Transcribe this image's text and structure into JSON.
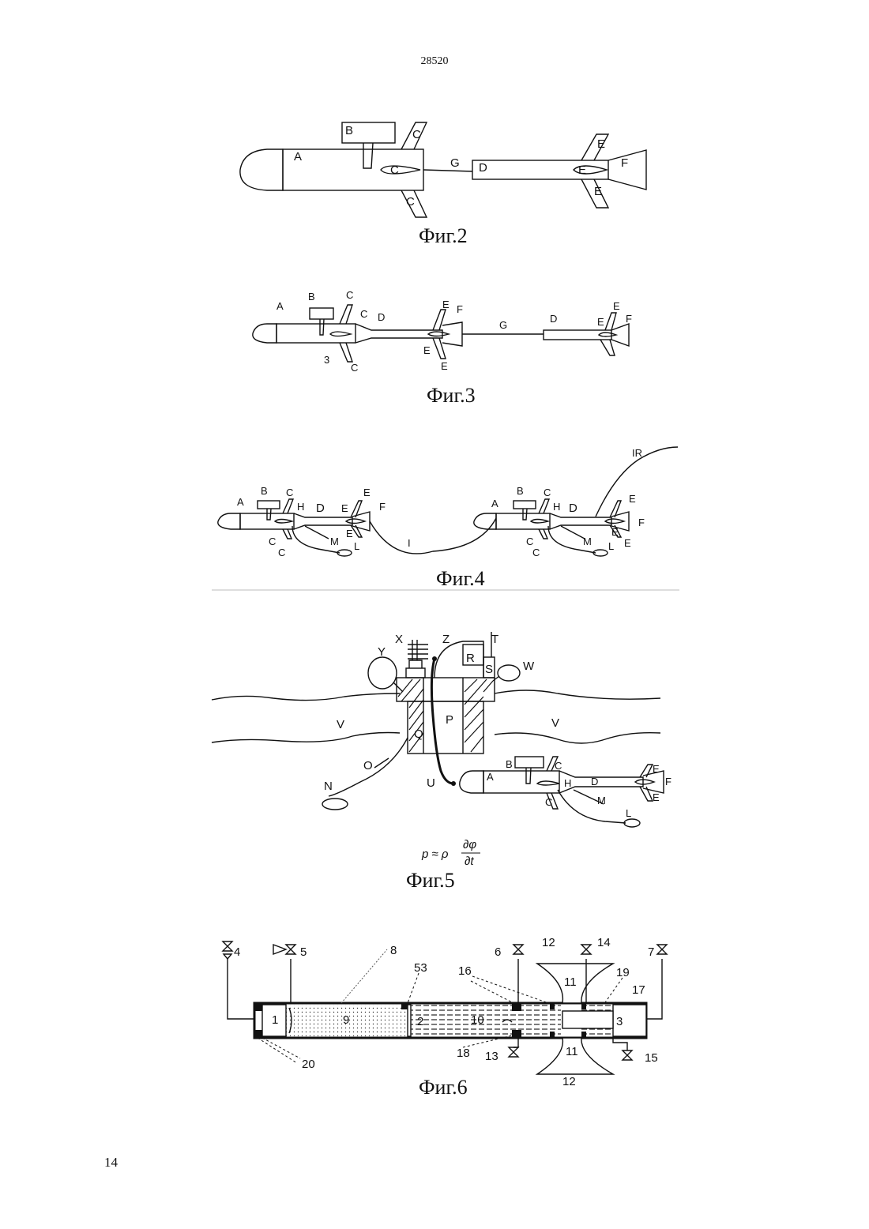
{
  "header": {
    "doc_number": "28520"
  },
  "footer": {
    "page_number": "14"
  },
  "figures": [
    {
      "caption": "Фиг.2"
    },
    {
      "caption": "Фиг.3"
    },
    {
      "caption": "Фиг.4"
    },
    {
      "caption": "Фиг.5"
    },
    {
      "caption": "Фиг.6"
    }
  ],
  "fig2": {
    "labels": {
      "A": "A",
      "B": "B",
      "C": "C",
      "D": "D",
      "E": "E",
      "F": "F",
      "G": "G"
    }
  },
  "fig3": {
    "labels": {
      "A": "A",
      "B": "B",
      "C": "C",
      "D": "D",
      "E": "E",
      "F": "F",
      "G": "G",
      "three": "3"
    }
  },
  "fig4": {
    "labels": {
      "A": "A",
      "B": "B",
      "C": "C",
      "D": "D",
      "E": "E",
      "F": "F",
      "H": "H",
      "I": "I",
      "L": "L",
      "M": "M",
      "IR": "IR"
    }
  },
  "fig5": {
    "labels": {
      "X": "X",
      "Z": "Z",
      "T": "T",
      "Y": "Y",
      "W": "W",
      "R": "R",
      "S": "S",
      "P": "P",
      "Q": "Q",
      "V": "V",
      "O": "O",
      "N": "N",
      "U": "U",
      "A": "A",
      "B": "B",
      "C": "C",
      "D": "D",
      "E": "E",
      "F": "F",
      "H": "H",
      "M": "M",
      "L": "L"
    },
    "formula": {
      "lhs": "p ≈ ρ",
      "num": "∂φ",
      "den": "∂t"
    }
  },
  "fig6": {
    "labels": {
      "n1": "1",
      "n2": "2",
      "n3": "3",
      "n4": "4",
      "n5": "5",
      "n6": "6",
      "n7": "7",
      "n8": "8",
      "n9": "9",
      "n10": "10",
      "n11": "11",
      "n12": "12",
      "n13": "13",
      "n14": "14",
      "n15": "15",
      "n16": "16",
      "n17": "17",
      "n18": "18",
      "n19": "19",
      "n20": "20",
      "n53": "53"
    }
  }
}
